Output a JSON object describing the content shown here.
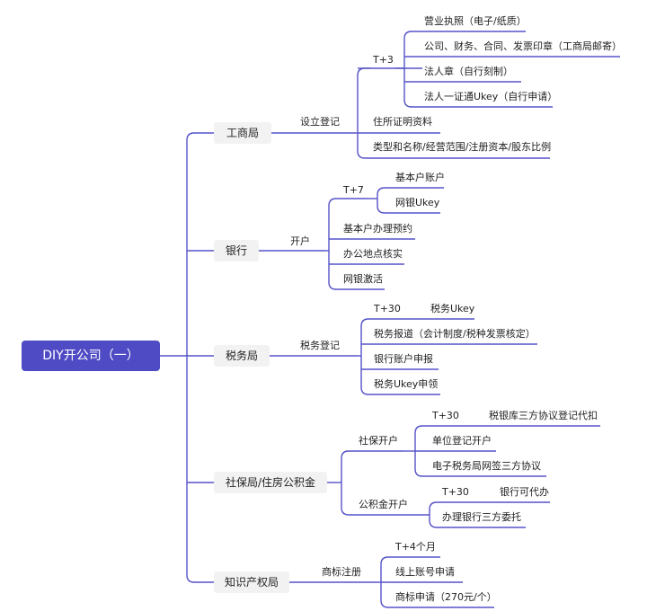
{
  "root": "DIY开公司（一）",
  "colors": {
    "accent": "#4e4bc4",
    "line": "#5552c8",
    "node_bg": "#f2f2f2"
  },
  "departments": [
    {
      "name": "工商局",
      "step": "设立登记",
      "deadline": "T+3",
      "items": [
        "营业执照（电子/纸质）",
        "公司、财务、合同、发票印章（工商局邮寄）",
        "法人章（自行刻制）",
        "法人一证通Ukey（自行申请）",
        "住所证明资料",
        "类型和名称/经营范围/注册资本/股东比例"
      ]
    },
    {
      "name": "银行",
      "step": "开户",
      "deadline": "T+7",
      "items": [
        "基本户账户",
        "网银Ukey",
        "基本户办理预约",
        "办公地点核实",
        "网银激活"
      ]
    },
    {
      "name": "税务局",
      "step": "税务登记",
      "deadline": "T+30",
      "items": [
        "税务Ukey",
        "税务报道（会计制度/税种发票核定）",
        "银行账户申报",
        "税务Ukey申领"
      ]
    },
    {
      "name": "社保局/住房公积金",
      "steps": [
        {
          "name": "社保开户",
          "deadline": "T+30",
          "items": [
            "税银库三方协议登记代扣",
            "单位登记开户",
            "电子税务局网签三方协议"
          ]
        },
        {
          "name": "公积金开户",
          "deadline": "T+30",
          "items": [
            "银行可代办",
            "办理银行三方委托"
          ]
        }
      ]
    },
    {
      "name": "知识产权局",
      "step": "商标注册",
      "deadline": "T+4个月",
      "items": [
        "线上账号申请",
        "商标申请（270元/个）"
      ]
    }
  ]
}
